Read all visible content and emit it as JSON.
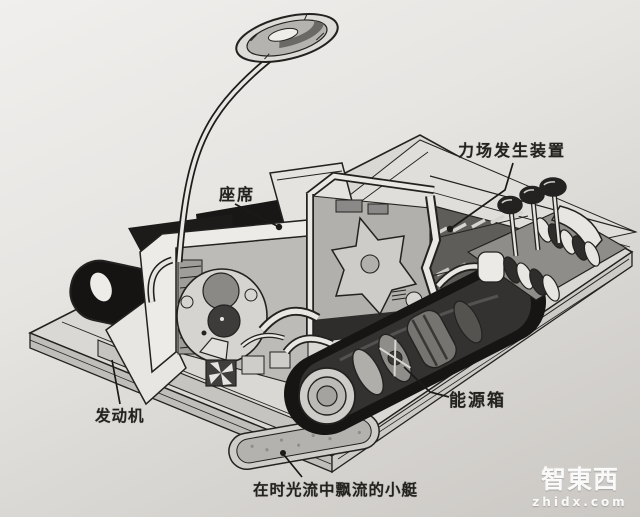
{
  "illustration": {
    "labels": {
      "force_field": "力场发生装置",
      "seat": "座席",
      "engine": "发动机",
      "energy_box": "能源箱",
      "caption": "在时光流中飘流的小艇"
    }
  },
  "watermark": {
    "logo": "智東西",
    "site": "zhidx.com"
  },
  "palette": {
    "ink": "#1c1b1a",
    "paper_light": "#efeeec",
    "paper_dark": "#cbc8c4",
    "black_fill": "#161514",
    "metal_light": "#e9e7e3",
    "metal_mid": "#b5b3af",
    "metal_dark": "#6e6c68"
  }
}
